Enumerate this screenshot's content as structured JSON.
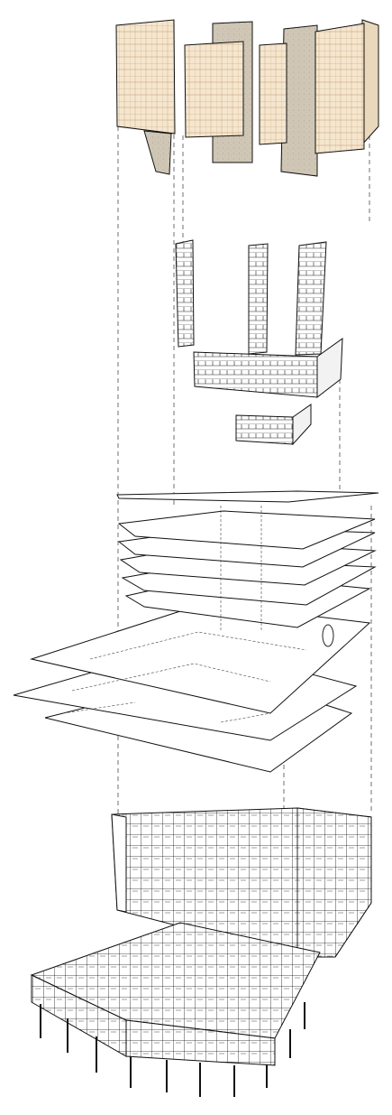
{
  "diagram": {
    "type": "exploded-axonometric",
    "layers": [
      {
        "id": "facade-panels",
        "count": 4
      },
      {
        "id": "cores",
        "count": 3
      },
      {
        "id": "retaining-walls",
        "count": 2
      },
      {
        "id": "floor-slabs",
        "count": 9
      },
      {
        "id": "assembled-structure",
        "count": 1
      }
    ],
    "colors": {
      "panel_fill": "#f5e6cf",
      "panel_grid": "#c49a6c",
      "stone_fill": "#cfc6b5",
      "line": "#111111",
      "paper": "#ffffff"
    }
  }
}
